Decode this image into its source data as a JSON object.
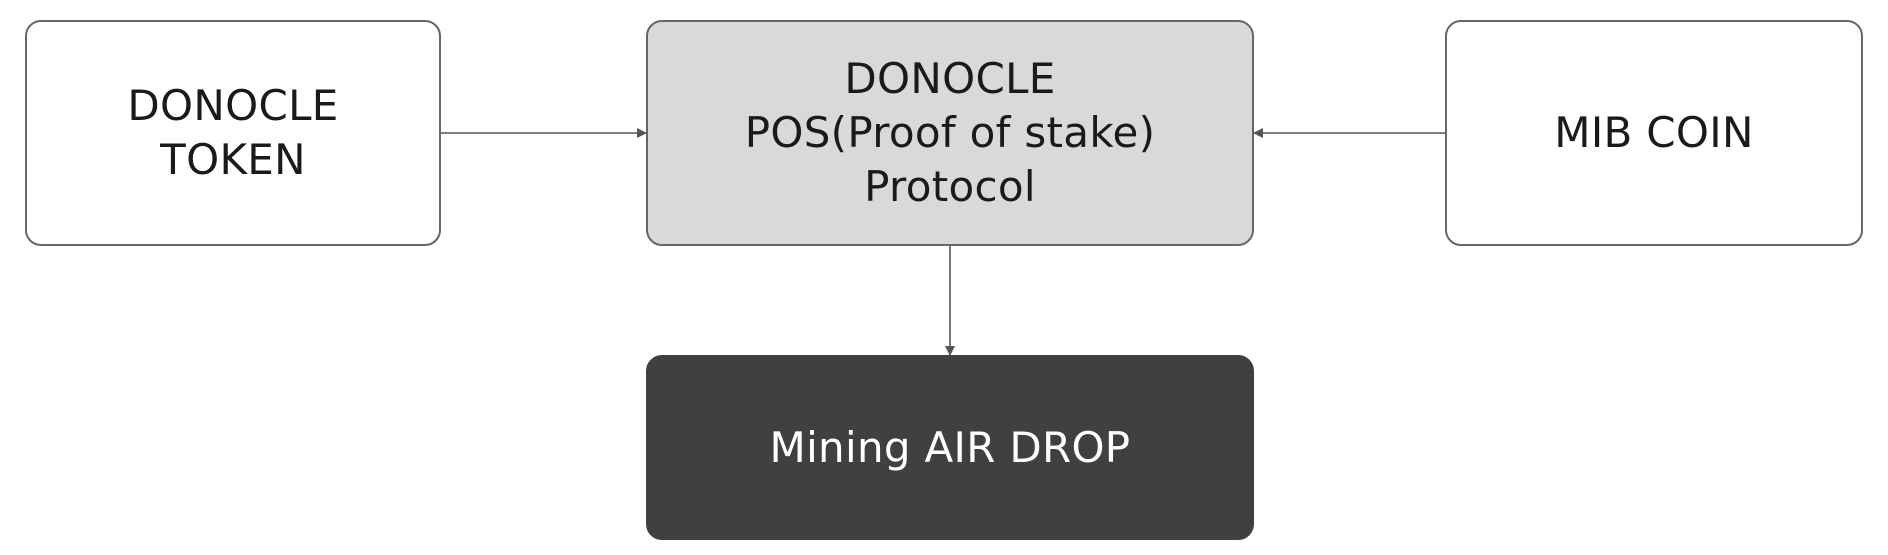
{
  "diagram": {
    "nodes": {
      "token": {
        "lines": [
          "DONOCLE",
          "TOKEN"
        ]
      },
      "protocol": {
        "lines": [
          "DONOCLE",
          "POS(Proof of stake)",
          "Protocol"
        ]
      },
      "mib": {
        "lines": [
          "MIB COIN"
        ]
      },
      "airdrop": {
        "lines": [
          "Mining AIR DROP"
        ]
      }
    },
    "edges": [
      {
        "from": "DONOCLE TOKEN",
        "to": "DONOCLE POS(Proof of stake) Protocol"
      },
      {
        "from": "MIB COIN",
        "to": "DONOCLE POS(Proof of stake) Protocol"
      },
      {
        "from": "DONOCLE POS(Proof of stake) Protocol",
        "to": "Mining AIR DROP"
      }
    ],
    "colors": {
      "light_fill": "#ffffff",
      "grey_fill": "#d9d9d9",
      "dark_fill": "#404040",
      "border": "#666666",
      "connector": "#555555"
    }
  }
}
